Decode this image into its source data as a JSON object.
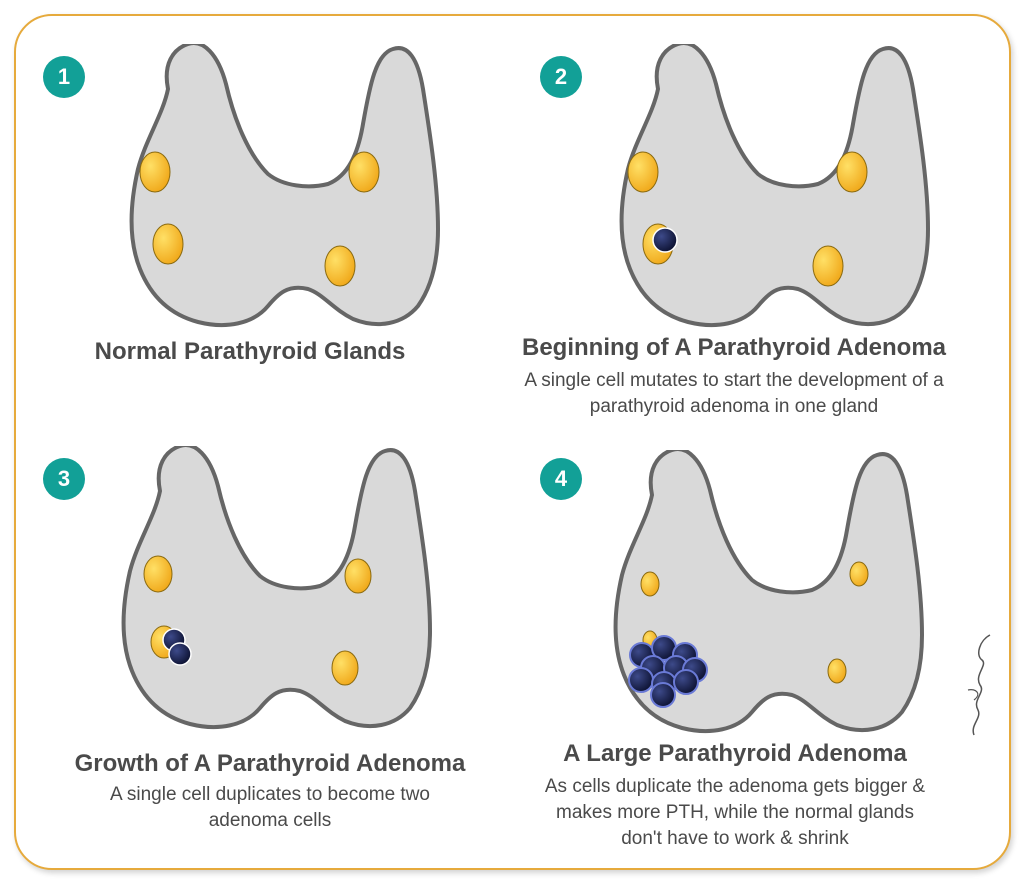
{
  "panels": [
    {
      "number": "1",
      "title": "Normal Parathyroid Glands",
      "description": ""
    },
    {
      "number": "2",
      "title": "Beginning of A Parathyroid Adenoma",
      "description_lines": [
        "A single cell mutates to start the development of a",
        "parathyroid adenoma in one gland"
      ]
    },
    {
      "number": "3",
      "title": "Growth of A Parathyroid Adenoma",
      "description_lines": [
        "A single cell duplicates to become two",
        "adenoma cells"
      ]
    },
    {
      "number": "4",
      "title": "A Large Parathyroid Adenoma",
      "description_lines": [
        "As cells duplicate the adenoma gets bigger &",
        "makes more PTH, while the normal glands",
        "don't have to work & shrink"
      ]
    }
  ],
  "colors": {
    "frame": "#e6aa3c",
    "badge": "#12a097",
    "thyroid_fill": "#d9d9d9",
    "thyroid_outline": "#666666",
    "gland": "#f2b21c",
    "adenoma_cell": "#141a3e"
  },
  "signature_icon": "artist-signature"
}
